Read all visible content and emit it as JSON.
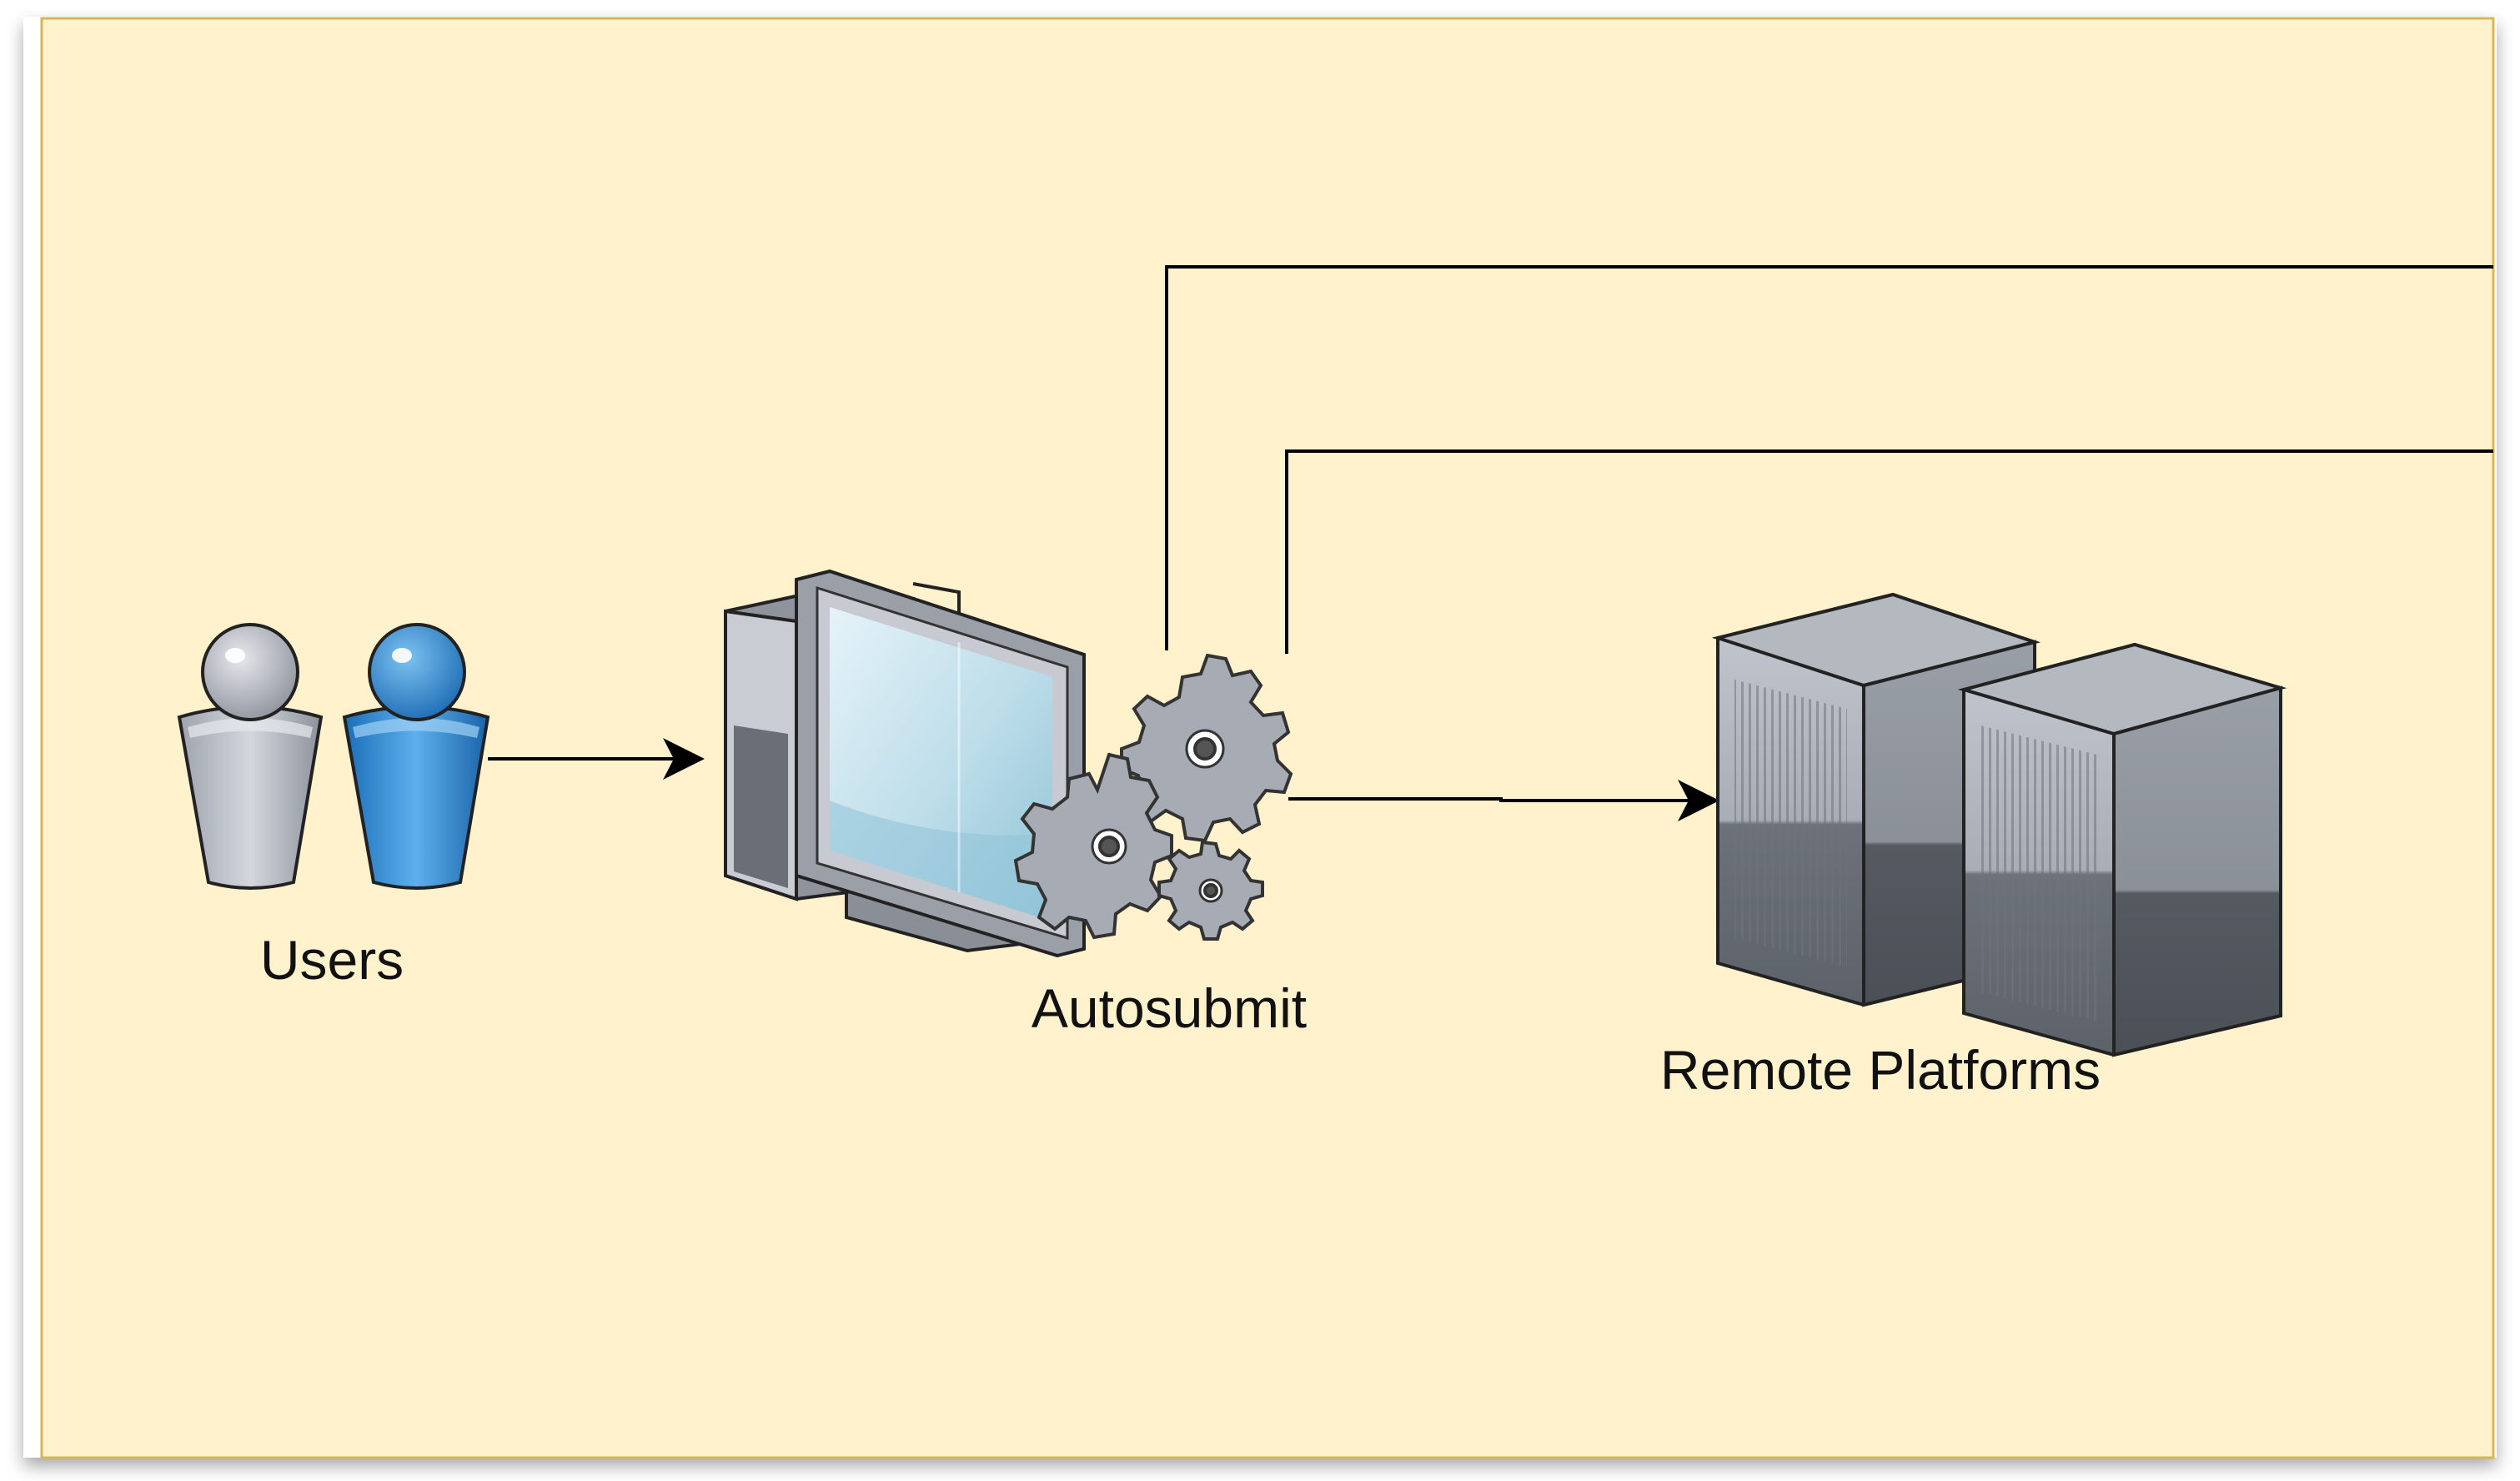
{
  "diagram": {
    "background_color": "#fff2cc",
    "border_color": "#d6b656",
    "nodes": {
      "users": {
        "label": "Users",
        "icon": "users-icon"
      },
      "autosubmit": {
        "label": "Autosubmit",
        "icon": "computer-with-gears-icon"
      },
      "remote_platforms": {
        "label": "Remote Platforms",
        "icon": "server-racks-icon"
      }
    },
    "edges": [
      {
        "from": "users",
        "to": "autosubmit"
      },
      {
        "from": "autosubmit",
        "to": "remote_platforms"
      }
    ],
    "colors": {
      "user_gray": "#b7bcc6",
      "user_blue": "#2b86d6",
      "screen_blue": "#bfe0ee",
      "server_gray": "#a5a9b2"
    }
  }
}
